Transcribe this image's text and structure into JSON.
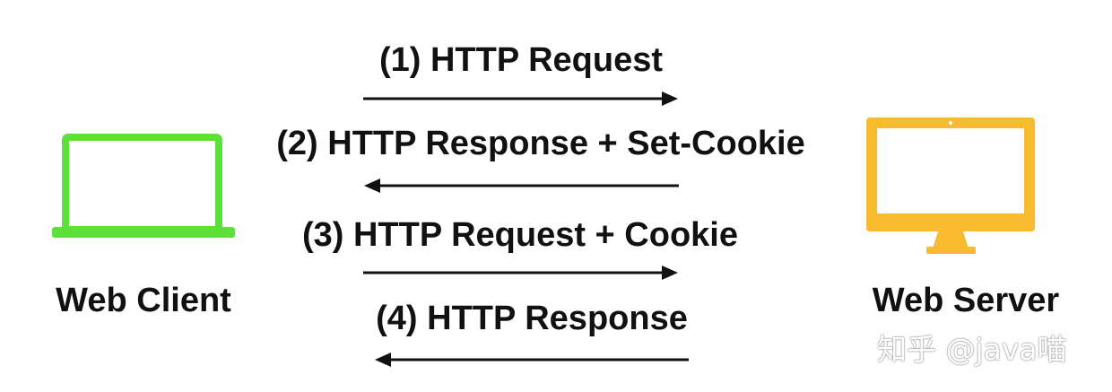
{
  "messages": [
    {
      "label": "(1) HTTP Request",
      "direction": "to-server"
    },
    {
      "label": "(2) HTTP Response + Set-Cookie",
      "direction": "to-client"
    },
    {
      "label": "(3) HTTP Request + Cookie",
      "direction": "to-server"
    },
    {
      "label": "(4) HTTP Response",
      "direction": "to-client"
    }
  ],
  "client": {
    "label": "Web Client",
    "icon": "laptop-icon",
    "color": "#5ee03b"
  },
  "server": {
    "label": "Web Server",
    "icon": "desktop-monitor-icon",
    "color": "#f9bb2e"
  },
  "watermark": "知乎 @java喵",
  "colors": {
    "arrow": "#111111",
    "text": "#111111"
  }
}
